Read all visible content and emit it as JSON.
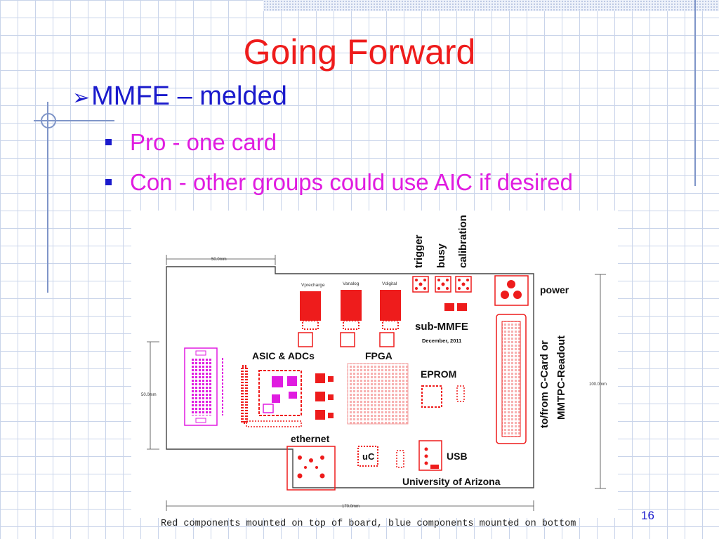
{
  "slide": {
    "title": "Going Forward",
    "bullet_main": "MMFE – melded",
    "sub_bullets": [
      "Pro  - one card",
      "Con - other groups could use AIC if desired"
    ],
    "page_number": "16",
    "caption": "Red components mounted on top of board, blue components mounted on bottom"
  },
  "board": {
    "dims": {
      "width_top": "50.0mm",
      "height_left": "50.0mm",
      "height_right": "100.0mm",
      "width_bottom": "170.0mm"
    },
    "top_labels": [
      "trigger",
      "busy",
      "calibration"
    ],
    "regulator_labels": [
      "Vprecharge",
      "Vanalog",
      "Vdigital"
    ],
    "labels": {
      "power": "power",
      "sub_mmfe": "sub-MMFE",
      "date": "December, 2011",
      "asic": "ASIC & ADCs",
      "fpga": "FPGA",
      "eprom": "EPROM",
      "ethernet": "ethernet",
      "uc": "uC",
      "usb": "USB",
      "univ": "University of Arizona",
      "side_line1": "to/from C-Card or",
      "side_line2": "MMTPC-Readout"
    }
  },
  "colors": {
    "red": "#ee1c1c",
    "magenta": "#e01ce0",
    "blue": "#1a1acc"
  }
}
